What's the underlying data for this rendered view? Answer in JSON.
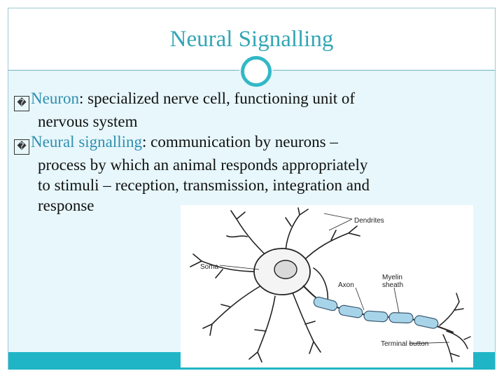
{
  "slide": {
    "title": "Neural Signalling",
    "bullets": [
      {
        "marker": "�",
        "term": "Neuron",
        "text_after_term": ": specialized nerve cell, functioning unit of",
        "continuation": "nervous system"
      },
      {
        "marker": "�",
        "term": "Neural signalling",
        "text_after_term": ": communication by neurons –",
        "continuation_lines": [
          "process by which an animal responds appropriately",
          "to stimuli – reception, transmission, integration and",
          "response"
        ]
      }
    ]
  },
  "diagram": {
    "labels": {
      "dendrites": "Dendrites",
      "soma": "Soma",
      "axon": "Axon",
      "myelin1": "Myelin",
      "myelin2": "sheath",
      "terminal": "Terminal button"
    }
  },
  "colors": {
    "title": "#32a6b5",
    "accent_bar": "#1fb5c7",
    "background": "#e7f7fb",
    "term": "#2f8fb0"
  }
}
